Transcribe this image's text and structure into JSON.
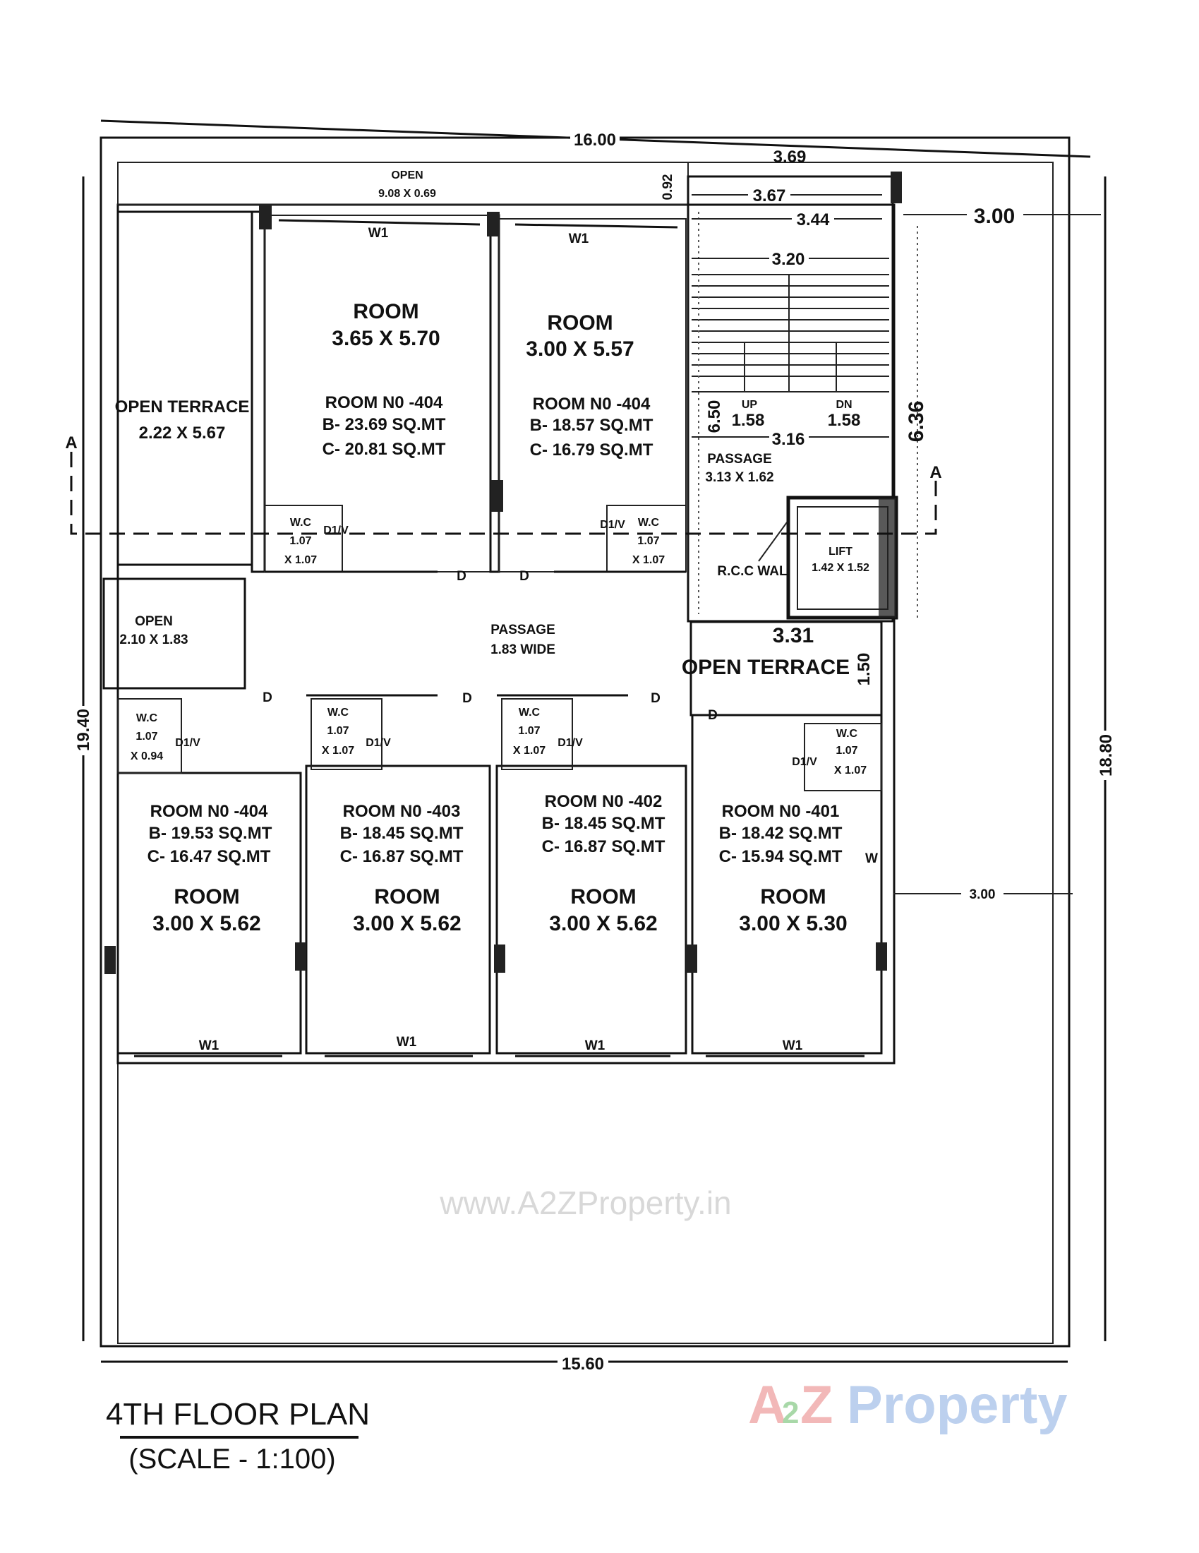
{
  "title": "4TH FLOOR PLAN",
  "scale": "(SCALE - 1:100)",
  "watermark": "www.A2ZProperty.in",
  "logo": {
    "a": "A",
    "two": "2",
    "z": "Z",
    "property": "Property",
    "colors": {
      "a": "#f2b8b8",
      "two": "#a8d8a8",
      "z": "#f2b8b8",
      "p": "#b8c8f0",
      "r": "#f0b0b0",
      "o": "#f5e0a0",
      "e": "#b8d8f0",
      "rest": "#c8e8d0"
    }
  },
  "dimensions": {
    "top": "16.00",
    "bottom": "15.60",
    "left": "19.40",
    "right": "18.80",
    "stair_top": "3.69",
    "open_height": "0.92",
    "stair_w1": "3.67",
    "stair_w2": "3.44",
    "side_setback": "3.00",
    "stair_w3": "3.20",
    "up_run": "1.58",
    "dn_run": "1.58",
    "stair_w4": "3.16",
    "stair_h": "6.50",
    "side_h": "6.36",
    "terrace_w": "3.31",
    "terrace_h": "1.50",
    "side_setback_2": "3.00"
  },
  "labels": {
    "up": "UP",
    "dn": "DN",
    "section_a": "A",
    "open_top": {
      "name": "OPEN",
      "size": "9.08 X 0.69"
    },
    "open_terrace_left": {
      "name": "OPEN TERRACE",
      "size": "2.22 X 5.67"
    },
    "open_small": {
      "name": "OPEN",
      "size": "2.10 X 1.83"
    },
    "passage": {
      "name": "PASSAGE",
      "size": "1.83 WIDE"
    },
    "stair_passage": {
      "name": "PASSAGE",
      "size": "3.13 X 1.62"
    },
    "rcc_wall": "R.C.C WAL",
    "lift": {
      "name": "LIFT",
      "size": "1.42 X 1.52"
    },
    "open_terrace_right": "OPEN TERRACE",
    "window": "W1",
    "window_side": "W",
    "door": "D",
    "d1v": "D1/V"
  },
  "top_rooms": [
    {
      "name": "ROOM",
      "size": "3.65 X 5.70",
      "no": "ROOM N0 -404",
      "b": "B- 23.69 SQ.MT",
      "c": "C- 20.81 SQ.MT",
      "wc": {
        "name": "W.C",
        "w": "1.07",
        "h": "X 1.07"
      }
    },
    {
      "name": "ROOM",
      "size": "3.00 X 5.57",
      "no": "ROOM N0 -404",
      "b": "B- 18.57 SQ.MT",
      "c": "C- 16.79 SQ.MT",
      "wc": {
        "name": "W.C",
        "w": "1.07",
        "h": "X 1.07"
      }
    }
  ],
  "bottom_rooms": [
    {
      "name": "ROOM",
      "size": "3.00 X 5.62",
      "no": "ROOM N0 -404",
      "b": "B- 19.53 SQ.MT",
      "c": "C- 16.47 SQ.MT",
      "wc": {
        "name": "W.C",
        "w": "1.07",
        "h": "X 0.94"
      }
    },
    {
      "name": "ROOM",
      "size": "3.00 X 5.62",
      "no": "ROOM N0 -403",
      "b": "B- 18.45 SQ.MT",
      "c": "C- 16.87 SQ.MT",
      "wc": {
        "name": "W.C",
        "w": "1.07",
        "h": "X 1.07"
      }
    },
    {
      "name": "ROOM",
      "size": "3.00 X 5.62",
      "no": "ROOM N0 -402",
      "b": "B- 18.45 SQ.MT",
      "c": "C- 16.87 SQ.MT",
      "wc": {
        "name": "W.C",
        "w": "1.07",
        "h": "X 1.07"
      }
    },
    {
      "name": "ROOM",
      "size": "3.00 X 5.30",
      "no": "ROOM N0 -401",
      "b": "B- 18.42 SQ.MT",
      "c": "C- 15.94 SQ.MT",
      "wc": {
        "name": "W.C",
        "w": "1.07",
        "h": "X 1.07"
      }
    }
  ]
}
